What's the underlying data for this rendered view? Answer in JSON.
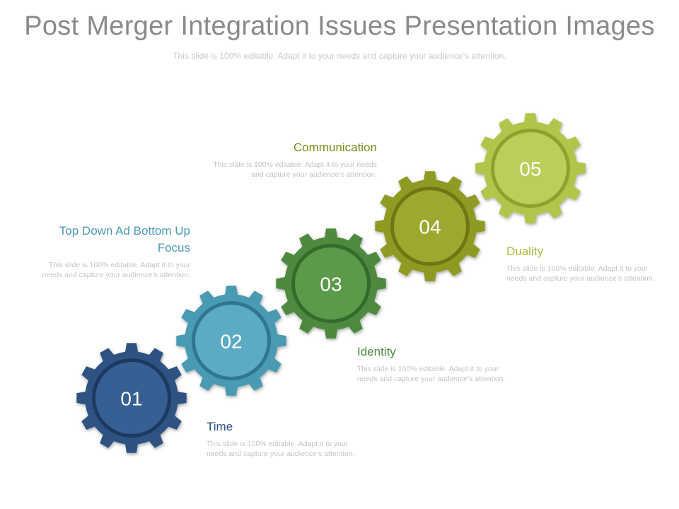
{
  "slide": {
    "title": "Post Merger Integration Issues Presentation Images",
    "subtitle": "This slide is 100% editable. Adapt it to your needs and capture your audience’s attention."
  },
  "gears": [
    {
      "number": "01",
      "color": "#2d5382",
      "dark": "#1c3960",
      "light": "#365f93"
    },
    {
      "number": "02",
      "color": "#4a9ab3",
      "dark": "#2f7690",
      "light": "#5aabc3"
    },
    {
      "number": "03",
      "color": "#4d8a3f",
      "dark": "#336b2a",
      "light": "#5a9a4a"
    },
    {
      "number": "04",
      "color": "#8e9a24",
      "dark": "#6d7812",
      "light": "#9ca92e"
    },
    {
      "number": "05",
      "color": "#b2c448",
      "dark": "#8fa12c",
      "light": "#bccd59"
    }
  ],
  "items": [
    {
      "heading": "Time",
      "description": "This slide is 100% editable. Adapt it to your needs and capture your audience’s attention.",
      "color": "#2d5382"
    },
    {
      "heading": "Top Down Ad Bottom Up Focus",
      "description": "This slide is 100% editable. Adapt it to your needs and capture your audience’s attention.",
      "color": "#4a9ab3"
    },
    {
      "heading": "Identity",
      "description": "This slide is 100% editable. Adapt it to your needs and capture your audience’s attention.",
      "color": "#4d8a3f"
    },
    {
      "heading": "Communication",
      "description": "This slide is 100% editable. Adapt it to your needs and capture your audience’s attention.",
      "color": "#7d8a1a"
    },
    {
      "heading": "Duality",
      "description": "This slide is 100% editable. Adapt it to your needs and capture your audience’s attention.",
      "color": "#a8ba3a"
    }
  ]
}
